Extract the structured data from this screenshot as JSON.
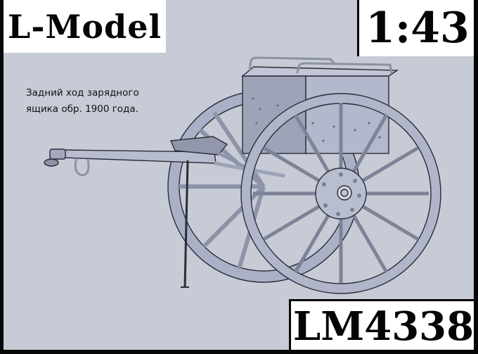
{
  "brand": {
    "label": "L-Model"
  },
  "scale": {
    "label": "1:43"
  },
  "product_code": {
    "label": "LM4338"
  },
  "caption": {
    "line1": "Задний ход зарядного",
    "line2": "ящика обр. 1900 года."
  },
  "drawing": {
    "subject": "limber-cart-3d-render",
    "colors": {
      "background": "#c6cbd6",
      "body": "#a9aec4",
      "outline": "#2a2c36",
      "frame": "#060606"
    }
  }
}
